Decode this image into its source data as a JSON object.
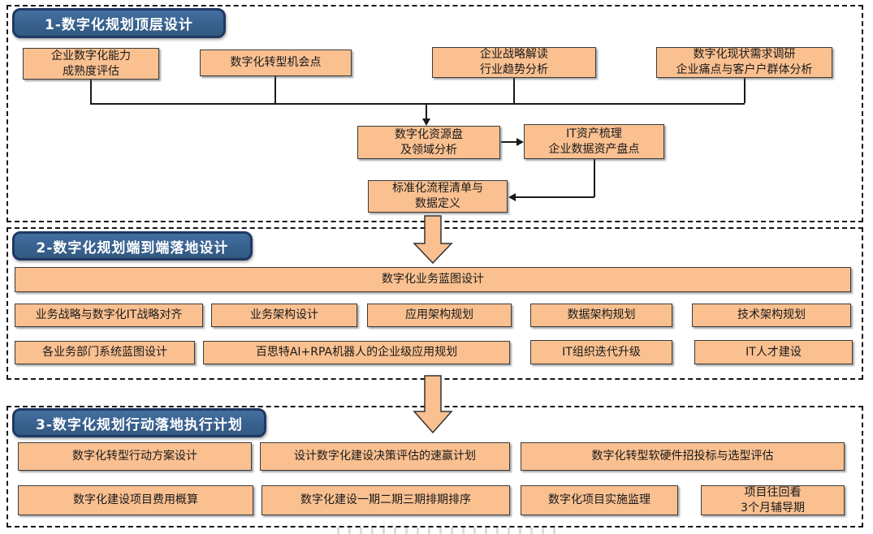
{
  "palette": {
    "header_blue": "#38618f",
    "header_border": "#1f3864",
    "box_orange": "#fac090",
    "box_border": "#3b3b3b",
    "connector": "#1a1a1a",
    "background": "#ffffff"
  },
  "s1": {
    "header": "1-数字化规划顶层设计",
    "b1": "企业数字化能力\n成熟度评估",
    "b2": "数字化转型机会点",
    "b3": "企业战略解读\n行业趋势分析",
    "b4": "数字化现状需求调研\n企业痛点与客户户群体分析",
    "b5": "数字化资源盘\n及领域分析",
    "b6": "IT资产梳理\n企业数据资产盘点",
    "b7": "标准化流程清单与\n数据定义"
  },
  "s2": {
    "header": "2-数字化规划端到端落地设计",
    "bar": "数字化业务蓝图设计",
    "r1": [
      "业务战略与数字化IT战略对齐",
      "业务架构设计",
      "应用架构规划",
      "数据架构规划",
      "技术架构规划"
    ],
    "r2": [
      "各业务部门系统蓝图设计",
      "百思特AI+RPA机器人的企业级应用规划",
      "IT组织迭代升级",
      "IT人才建设"
    ]
  },
  "s3": {
    "header": "3-数字化规划行动落地执行计划",
    "r1": [
      "数字化转型行动方案设计",
      "设计数字化建设决策评估的速赢计划",
      "数字化转型软硬件招投标与选型评估"
    ],
    "r2": [
      "数字化建设项目费用概算",
      "数字化建设一期二期三期排期排序",
      "数字化项目实施监理",
      "项目往回看\n3个月辅导期"
    ]
  }
}
